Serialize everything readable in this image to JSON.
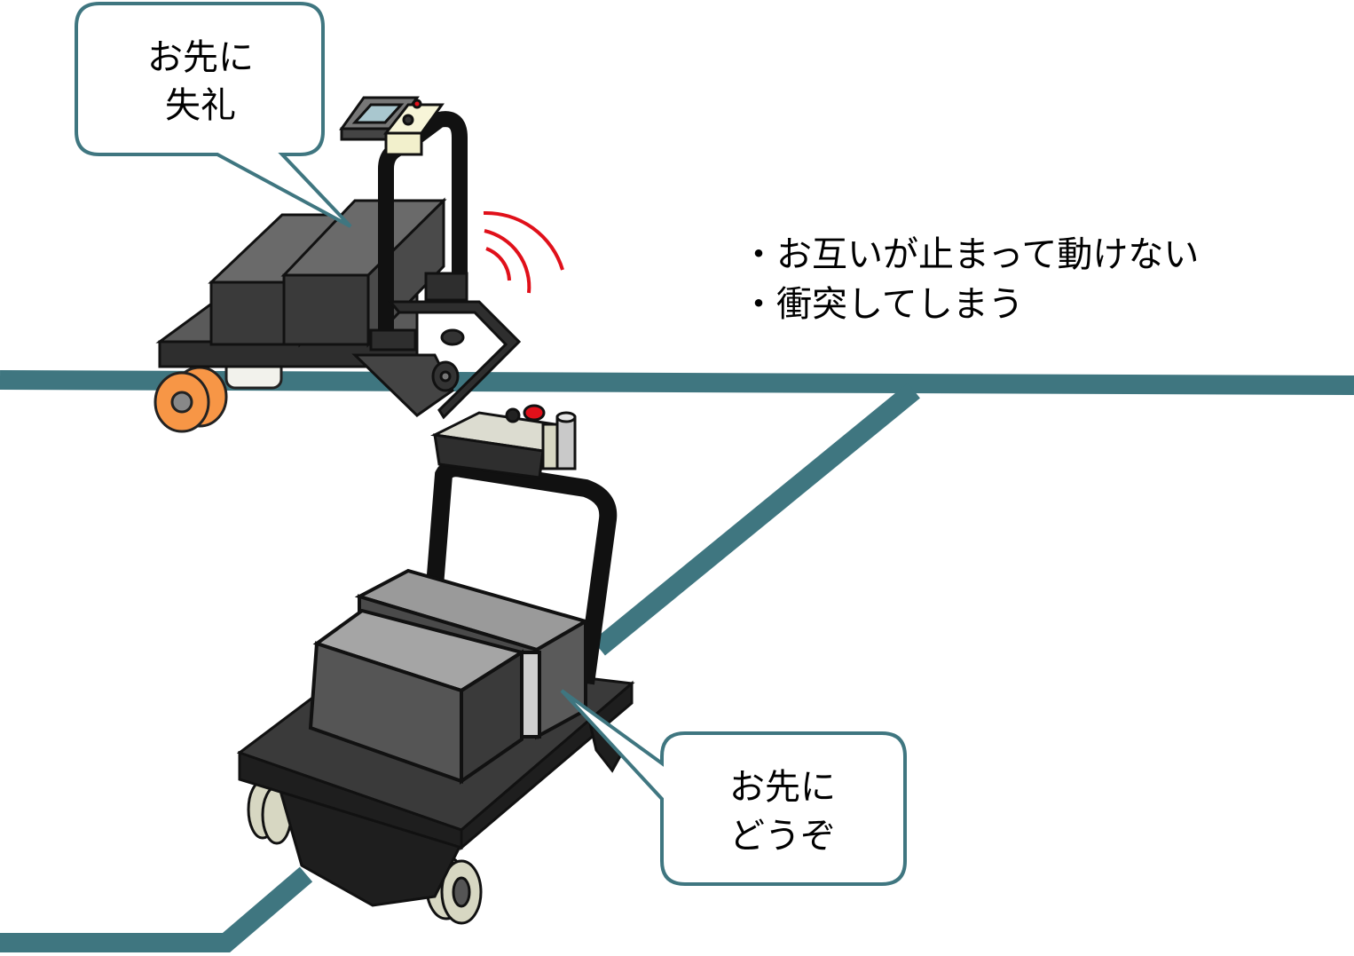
{
  "colors": {
    "guide_line": "#3f7680",
    "bubble_stroke": "#3f7680",
    "robot_body": "#2e2e2e",
    "robot_box_light": "#6a6a6a",
    "wheel_orange": "#f79646",
    "signal_red": "#e0101a"
  },
  "bubble_top": {
    "line1": "お先に",
    "line2": "失礼"
  },
  "bubble_bottom": {
    "line1": "お先に",
    "line2": "どうぞ"
  },
  "notes": {
    "item1": "・お互いが止まって動けない",
    "item2": "・衝突してしまう"
  },
  "icons": {
    "robot_top": "cart-robot-icon",
    "robot_bottom": "cart-robot-icon",
    "signal": "wireless-signal-icon"
  }
}
